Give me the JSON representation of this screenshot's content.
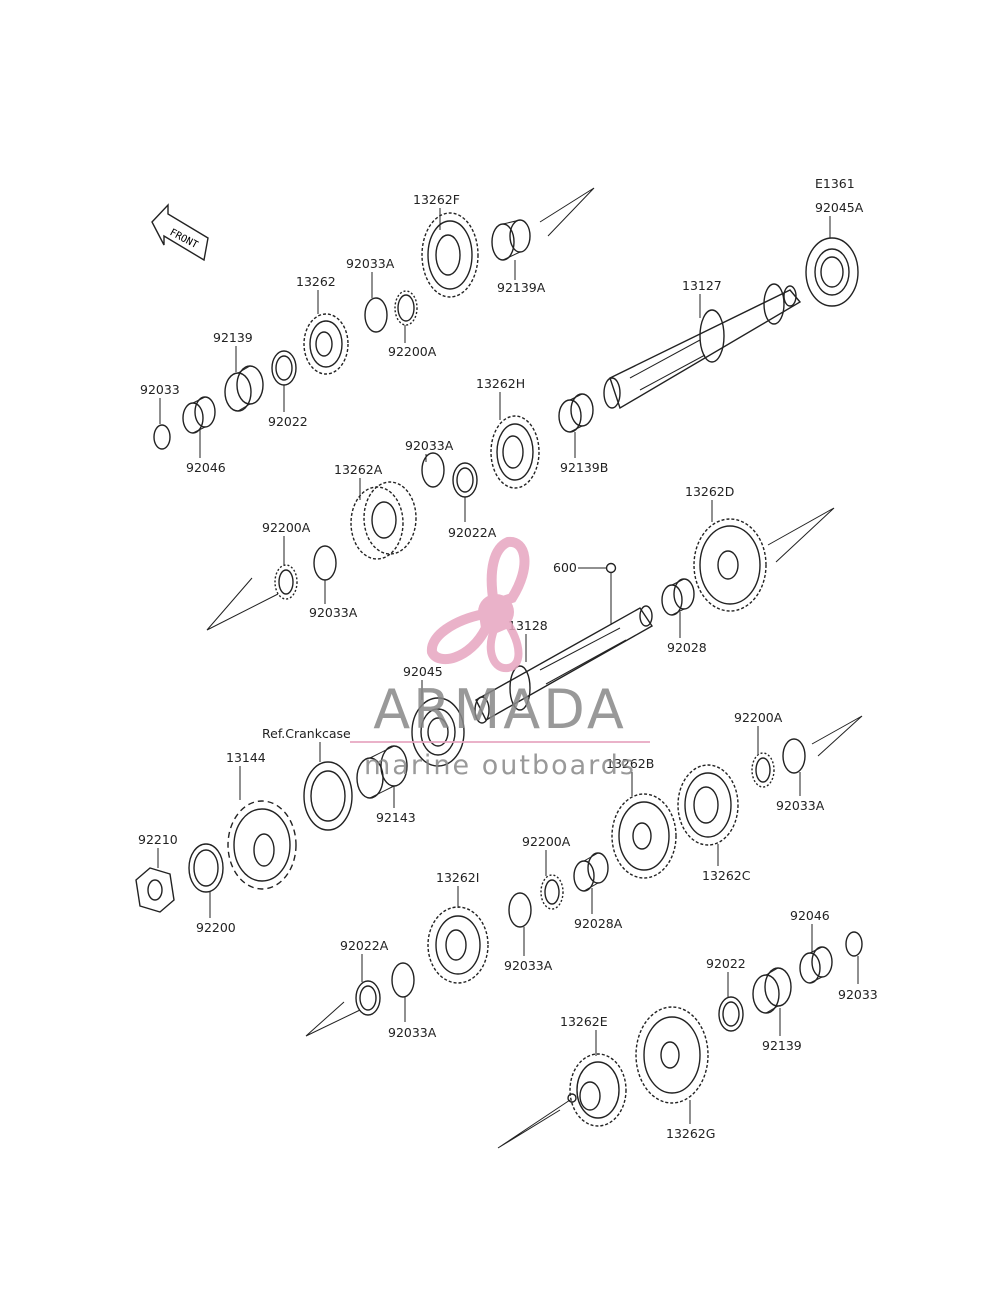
{
  "diagram": {
    "id_code": "E1361",
    "front_label": "FRONT",
    "labels": {
      "p13262F": "13262F",
      "p92045A": "92045A",
      "p92033A_a": "92033A",
      "p13262": "13262",
      "p92139A": "92139A",
      "p13127": "13127",
      "p92200A_a": "92200A",
      "p92139_a": "92139",
      "p92022_a": "92022",
      "p92033_a": "92033",
      "p92046_a": "92046",
      "p13262H": "13262H",
      "p92139B": "92139B",
      "p92033A_b": "92033A",
      "p13262A": "13262A",
      "p92022A_a": "92022A",
      "p92200A_b": "92200A",
      "p92033A_c": "92033A",
      "p13262D": "13262D",
      "p600": "600",
      "p13128": "13128",
      "p92028": "92028",
      "p92045": "92045",
      "pRefCrankcase": "Ref.Crankcase",
      "p13144": "13144",
      "p92143": "92143",
      "p92200A_c": "92200A",
      "p13262B": "13262B",
      "p92033A_d": "92033A",
      "p13262C": "13262C",
      "p92210": "92210",
      "p92200A_d": "92200A",
      "p92200": "92200",
      "p13262I": "13262I",
      "p92028A": "92028A",
      "p92033A_e": "92033A",
      "p92022A_b": "92022A",
      "p92033A_f": "92033A",
      "p92046_b": "92046",
      "p92022_b": "92022",
      "p92033_b": "92033",
      "p92139_b": "92139",
      "p13262E": "13262E",
      "p13262G": "13262G"
    }
  },
  "watermark": {
    "brand": "ARMADA",
    "tagline": "marine outboards",
    "color_pink": "#e7a5c0",
    "color_gray": "#8a8a8a"
  }
}
